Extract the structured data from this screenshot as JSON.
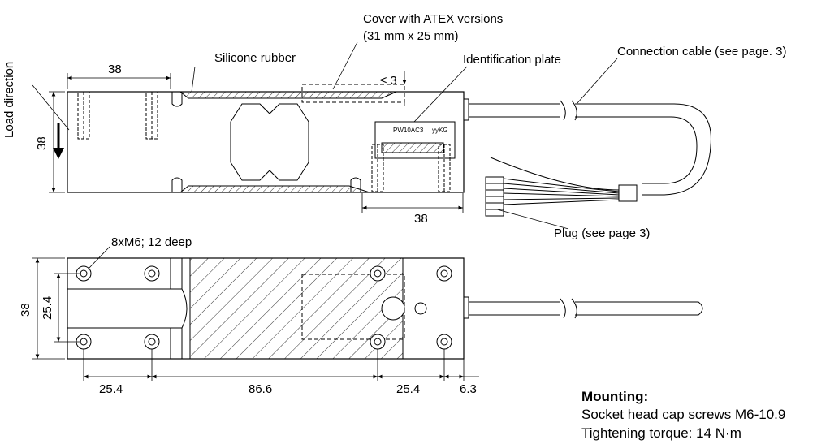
{
  "labels": {
    "cover_line1": "Cover with ATEX versions",
    "cover_line2": "(31 mm x 25 mm)",
    "silicone": "Silicone rubber",
    "id_plate": "Identification plate",
    "cable": "Connection cable (see page. 3)",
    "load_dir": "Load direction",
    "plug": "Plug (see page 3)",
    "threads": "8xM6; 12 deep",
    "plate_model": "PW10AC3",
    "plate_cap": "yyKG"
  },
  "dims": {
    "top_width": "38",
    "height_side": "38",
    "gap": "≤ 3",
    "plate_width": "38",
    "bottom_height": "38",
    "bottom_inner": "25.4",
    "b1": "25.4",
    "b2": "86.6",
    "b3": "25.4",
    "b4": "6.3"
  },
  "mounting": {
    "title": "Mounting:",
    "line1": "Socket head cap screws M6-10.9",
    "line2": "Tightening torque: 14 N·m"
  },
  "colors": {
    "line": "#000000",
    "background": "#ffffff"
  }
}
